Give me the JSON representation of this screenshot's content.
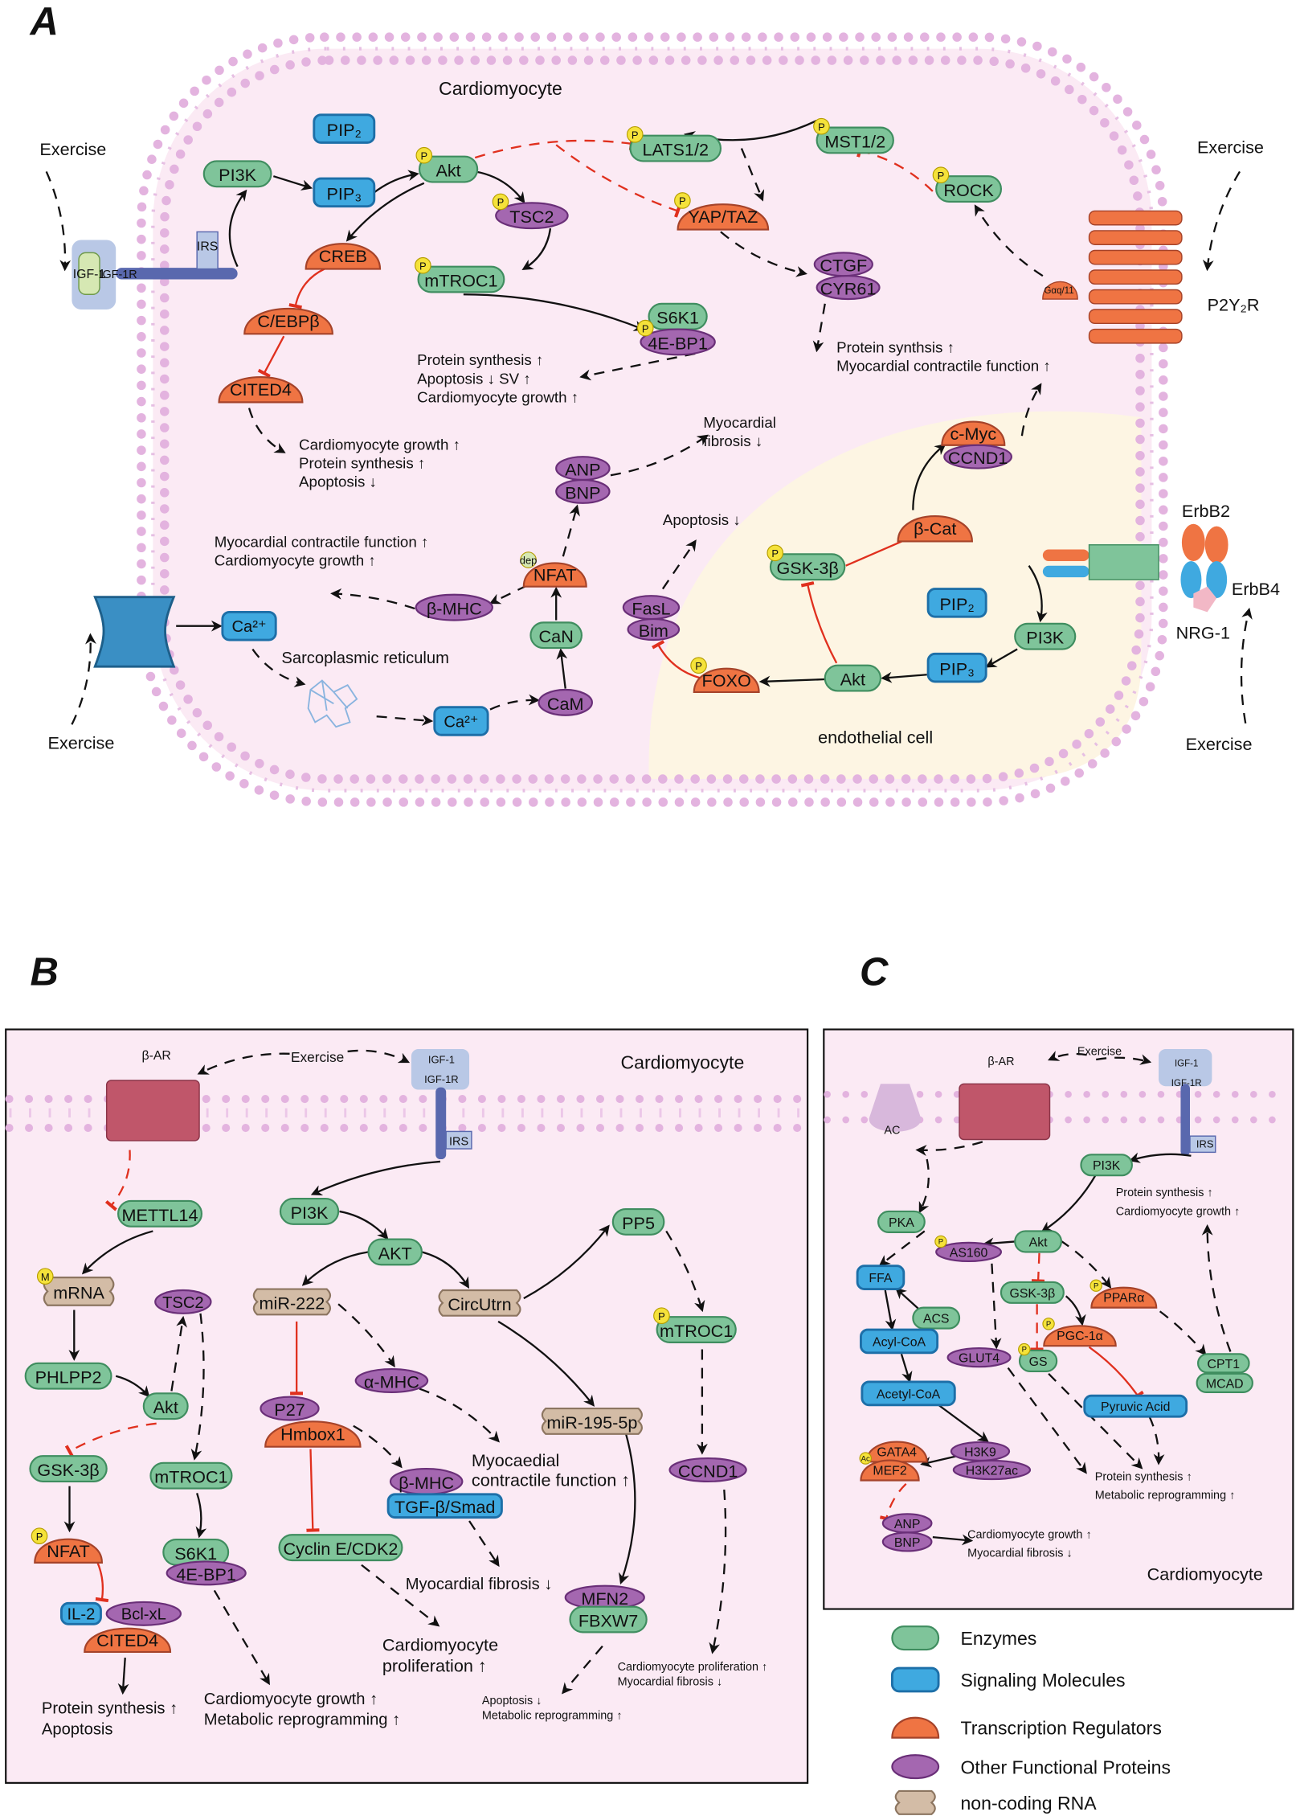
{
  "panels": {
    "A": "A",
    "B": "B",
    "C": "C"
  },
  "colors": {
    "enzyme": "#7fc49a",
    "signal": "#3fa9e0",
    "tf": "#ef7443",
    "other": "#a467b0",
    "rna": "#d3bca6",
    "inhibit": "#e0301e",
    "membrane": "#e6bfe3",
    "cytoplasm": "#fbeaf4",
    "endothelial": "#fdf5e3",
    "receptor": "#c0566a"
  },
  "nodes": {
    "a_pi3k": {
      "text": "PI3K",
      "kind": "enzyme"
    },
    "a_pip2": {
      "text": "PIP₂",
      "kind": "signal"
    },
    "a_pip3": {
      "text": "PIP₃",
      "kind": "signal"
    },
    "a_akt": {
      "text": "Akt",
      "kind": "enzyme",
      "mod": "P"
    },
    "a_tsc2": {
      "text": "TSC2",
      "kind": "other",
      "mod": "P"
    },
    "a_creb": {
      "text": "CREB",
      "kind": "tf"
    },
    "a_cebpb": {
      "text": "C/EBPβ",
      "kind": "tf"
    },
    "a_cited4": {
      "text": "CITED4",
      "kind": "tf"
    },
    "a_mtroc1": {
      "text": "mTROC1",
      "kind": "enzyme",
      "mod": "P"
    },
    "a_s6k1": {
      "text": "S6K1",
      "kind": "enzyme"
    },
    "a_4ebp1": {
      "text": "4E-BP1",
      "kind": "other",
      "mod": "P"
    },
    "a_lats": {
      "text": "LATS1/2",
      "kind": "enzyme",
      "mod": "P"
    },
    "a_mst": {
      "text": "MST1/2",
      "kind": "enzyme",
      "mod": "P"
    },
    "a_rock": {
      "text": "ROCK",
      "kind": "enzyme",
      "mod": "P"
    },
    "a_yap": {
      "text": "YAP/TAZ",
      "kind": "tf",
      "mod": "P"
    },
    "a_ctgf": {
      "text": "CTGF",
      "kind": "other"
    },
    "a_cyr61": {
      "text": "CYR61",
      "kind": "other"
    },
    "a_anp": {
      "text": "ANP",
      "kind": "other"
    },
    "a_bnp": {
      "text": "BNP",
      "kind": "other"
    },
    "a_nfat": {
      "text": "NFAT",
      "kind": "tf",
      "mod": "dep"
    },
    "a_bmhc": {
      "text": "β-MHC",
      "kind": "other"
    },
    "a_can": {
      "text": "CaN",
      "kind": "enzyme"
    },
    "a_cam": {
      "text": "CaM",
      "kind": "other"
    },
    "a_ca1": {
      "text": "Ca²⁺",
      "kind": "signal"
    },
    "a_ca2": {
      "text": "Ca²⁺",
      "kind": "signal"
    },
    "a_cmyc": {
      "text": "c-Myc",
      "kind": "tf"
    },
    "a_ccnd1": {
      "text": "CCND1",
      "kind": "other"
    },
    "a_bcat": {
      "text": "β-Cat",
      "kind": "tf"
    },
    "a_gsk": {
      "text": "GSK-3β",
      "kind": "enzyme",
      "mod": "P"
    },
    "a_fasl": {
      "text": "FasL",
      "kind": "other"
    },
    "a_bim": {
      "text": "Bim",
      "kind": "other"
    },
    "a_foxo": {
      "text": "FOXO",
      "kind": "tf",
      "mod": "P"
    },
    "a_akt2": {
      "text": "Akt",
      "kind": "enzyme"
    },
    "a_pip2b": {
      "text": "PIP₂",
      "kind": "signal"
    },
    "a_pip3b": {
      "text": "PIP₃",
      "kind": "signal"
    },
    "a_pi3k2": {
      "text": "PI3K",
      "kind": "enzyme"
    },
    "b_mettl14": {
      "text": "METTL14",
      "kind": "enzyme"
    },
    "b_pi3k": {
      "text": "PI3K",
      "kind": "enzyme"
    },
    "b_akt": {
      "text": "AKT",
      "kind": "enzyme"
    },
    "b_pp5": {
      "text": "PP5",
      "kind": "enzyme"
    },
    "b_mrna": {
      "text": "mRNA",
      "kind": "rna",
      "mod": "M"
    },
    "b_tsc2": {
      "text": "TSC2",
      "kind": "other"
    },
    "b_mir222": {
      "text": "miR-222",
      "kind": "rna"
    },
    "b_circutrn": {
      "text": "CircUtrn",
      "kind": "rna"
    },
    "b_mtroc1b": {
      "text": "mTROC1",
      "kind": "enzyme",
      "mod": "P"
    },
    "b_phlpp2": {
      "text": "PHLPP2",
      "kind": "enzyme"
    },
    "b_amhc": {
      "text": "α-MHC",
      "kind": "other"
    },
    "b_akt2": {
      "text": "Akt",
      "kind": "enzyme"
    },
    "b_p27": {
      "text": "P27",
      "kind": "other"
    },
    "b_hmbox1": {
      "text": "Hmbox1",
      "kind": "tf"
    },
    "b_mir195": {
      "text": "miR-195-5p",
      "kind": "rna"
    },
    "b_gsk": {
      "text": "GSK-3β",
      "kind": "enzyme"
    },
    "b_mtroc1": {
      "text": "mTROC1",
      "kind": "enzyme"
    },
    "b_bmhc": {
      "text": "β-MHC",
      "kind": "other"
    },
    "b_tgf": {
      "text": "TGF-β/Smad",
      "kind": "signal"
    },
    "b_ccnd1": {
      "text": "CCND1",
      "kind": "other"
    },
    "b_nfat": {
      "text": "NFAT",
      "kind": "tf",
      "mod": "P"
    },
    "b_s6k1": {
      "text": "S6K1",
      "kind": "enzyme"
    },
    "b_4ebp1": {
      "text": "4E-BP1",
      "kind": "other"
    },
    "b_cyclin": {
      "text": "Cyclin E/CDK2",
      "kind": "enzyme"
    },
    "b_mfn2": {
      "text": "MFN2",
      "kind": "other"
    },
    "b_fbxw7": {
      "text": "FBXW7",
      "kind": "enzyme"
    },
    "b_il2": {
      "text": "IL-2",
      "kind": "signal"
    },
    "b_bclxl": {
      "text": "Bcl-xL",
      "kind": "other"
    },
    "b_cited4": {
      "text": "CITED4",
      "kind": "tf"
    },
    "c_pi3k": {
      "text": "PI3K",
      "kind": "enzyme"
    },
    "c_pka": {
      "text": "PKA",
      "kind": "enzyme"
    },
    "c_akt": {
      "text": "Akt",
      "kind": "enzyme"
    },
    "c_as160": {
      "text": "AS160",
      "kind": "other",
      "mod": "P"
    },
    "c_ffa": {
      "text": "FFA",
      "kind": "signal"
    },
    "c_gsk": {
      "text": "GSK-3β",
      "kind": "enzyme"
    },
    "c_ppara": {
      "text": "PPARα",
      "kind": "tf",
      "mod": "P"
    },
    "c_acs": {
      "text": "ACS",
      "kind": "enzyme"
    },
    "c_acyl": {
      "text": "Acyl-CoA",
      "kind": "signal"
    },
    "c_pgc": {
      "text": "PGC-1α",
      "kind": "tf",
      "mod": "P"
    },
    "c_glut4": {
      "text": "GLUT4",
      "kind": "other"
    },
    "c_gs": {
      "text": "GS",
      "kind": "enzyme",
      "mod": "P"
    },
    "c_cpt1": {
      "text": "CPT1",
      "kind": "enzyme"
    },
    "c_mcad": {
      "text": "MCAD",
      "kind": "enzyme"
    },
    "c_acetyl": {
      "text": "Acetyl-CoA",
      "kind": "signal"
    },
    "c_pyruvic": {
      "text": "Pyruvic Acid",
      "kind": "signal"
    },
    "c_gata4": {
      "text": "GATA4",
      "kind": "tf"
    },
    "c_mef2": {
      "text": "MEF2",
      "kind": "tf",
      "mod": "Ac"
    },
    "c_h3k9": {
      "text": "H3K9",
      "kind": "other"
    },
    "c_h3k27": {
      "text": "H3K27ac",
      "kind": "other"
    },
    "c_anp": {
      "text": "ANP",
      "kind": "other"
    },
    "c_bnp": {
      "text": "BNP",
      "kind": "other"
    }
  },
  "labels": {
    "a_cardio": "Cardiomyocyte",
    "a_ex1": "Exercise",
    "a_ex2": "Exercise",
    "a_ex3": "Exercise",
    "a_ex4": "Exercise",
    "a_igf1": "IGF-1",
    "a_igf1r": "IGF-1R",
    "a_irs": "IRS",
    "a_p2y": "P2Y₂R",
    "a_gaq": "Gαq/11",
    "a_erbb2": "ErbB2",
    "a_erbb4": "ErbB4",
    "a_nrg1": "NRG-1",
    "a_sr": "Sarcoplasmic reticulum",
    "a_endo": "endothelial cell",
    "a_o1a": "Protein synthesis ↑",
    "a_o1b": "Apoptosis ↓ SV ↑",
    "a_o1c": "Cardiomyocyte growth ↑",
    "a_o2a": "Protein synthsis ↑",
    "a_o2b": "Myocardial contractile function ↑",
    "a_o3a": "Cardiomyocyte growth ↑",
    "a_o3b": "Protein synthesis ↑",
    "a_o3c": "Apoptosis ↓",
    "a_o4a": "Myocardial",
    "a_o4b": "fibrosis ↓",
    "a_o5a": "Myocardial contractile function ↑",
    "a_o5b": "Cardiomyocyte growth ↑",
    "a_o6": "Apoptosis ↓",
    "b_bar": "β-AR",
    "b_ex": "Exercise",
    "b_igf1": "IGF-1",
    "b_igf1r": "IGF-1R",
    "b_irs": "IRS",
    "b_cardio": "Cardiomyocyte",
    "b_o1a": "Myocaedial",
    "b_o1b": "contractile function ↑",
    "b_o2": "Myocardial fibrosis ↓",
    "b_o3a": "Cardiomyocyte",
    "b_o3b": "proliferation ↑",
    "b_o4a": "Protein synthesis ↑",
    "b_o4b": "Apoptosis",
    "b_o5a": "Cardiomyocyte growth ↑",
    "b_o5b": "Metabolic reprogramming ↑",
    "b_o6a": "Apoptosis ↓",
    "b_o6b": "Metabolic reprogramming ↑",
    "b_o7a": "Cardiomyocyte proliferation ↑",
    "b_o7b": "Myocardial fibrosis ↓",
    "c_bar": "β-AR",
    "c_ex": "Exercise",
    "c_igf1": "IGF-1",
    "c_igf1r": "IGF-1R",
    "c_irs": "IRS",
    "c_ac": "AC",
    "c_o1a": "Protein synthesis ↑",
    "c_o1b": "Cardiomyocyte growth ↑",
    "c_o2a": "Protein synthesis ↑",
    "c_o2b": "Metabolic reprogramming ↑",
    "c_o3a": "Cardiomyocyte growth ↑",
    "c_o3b": "Myocardial fibrosis ↓",
    "c_cardio": "Cardiomyocyte"
  },
  "legend": [
    {
      "kind": "enzyme",
      "label": "Enzymes"
    },
    {
      "kind": "signal",
      "label": "Signaling Molecules"
    },
    {
      "kind": "tf",
      "label": "Transcription Regulators"
    },
    {
      "kind": "other",
      "label": "Other Functional Proteins"
    },
    {
      "kind": "rna",
      "label": "non-coding RNA"
    }
  ]
}
